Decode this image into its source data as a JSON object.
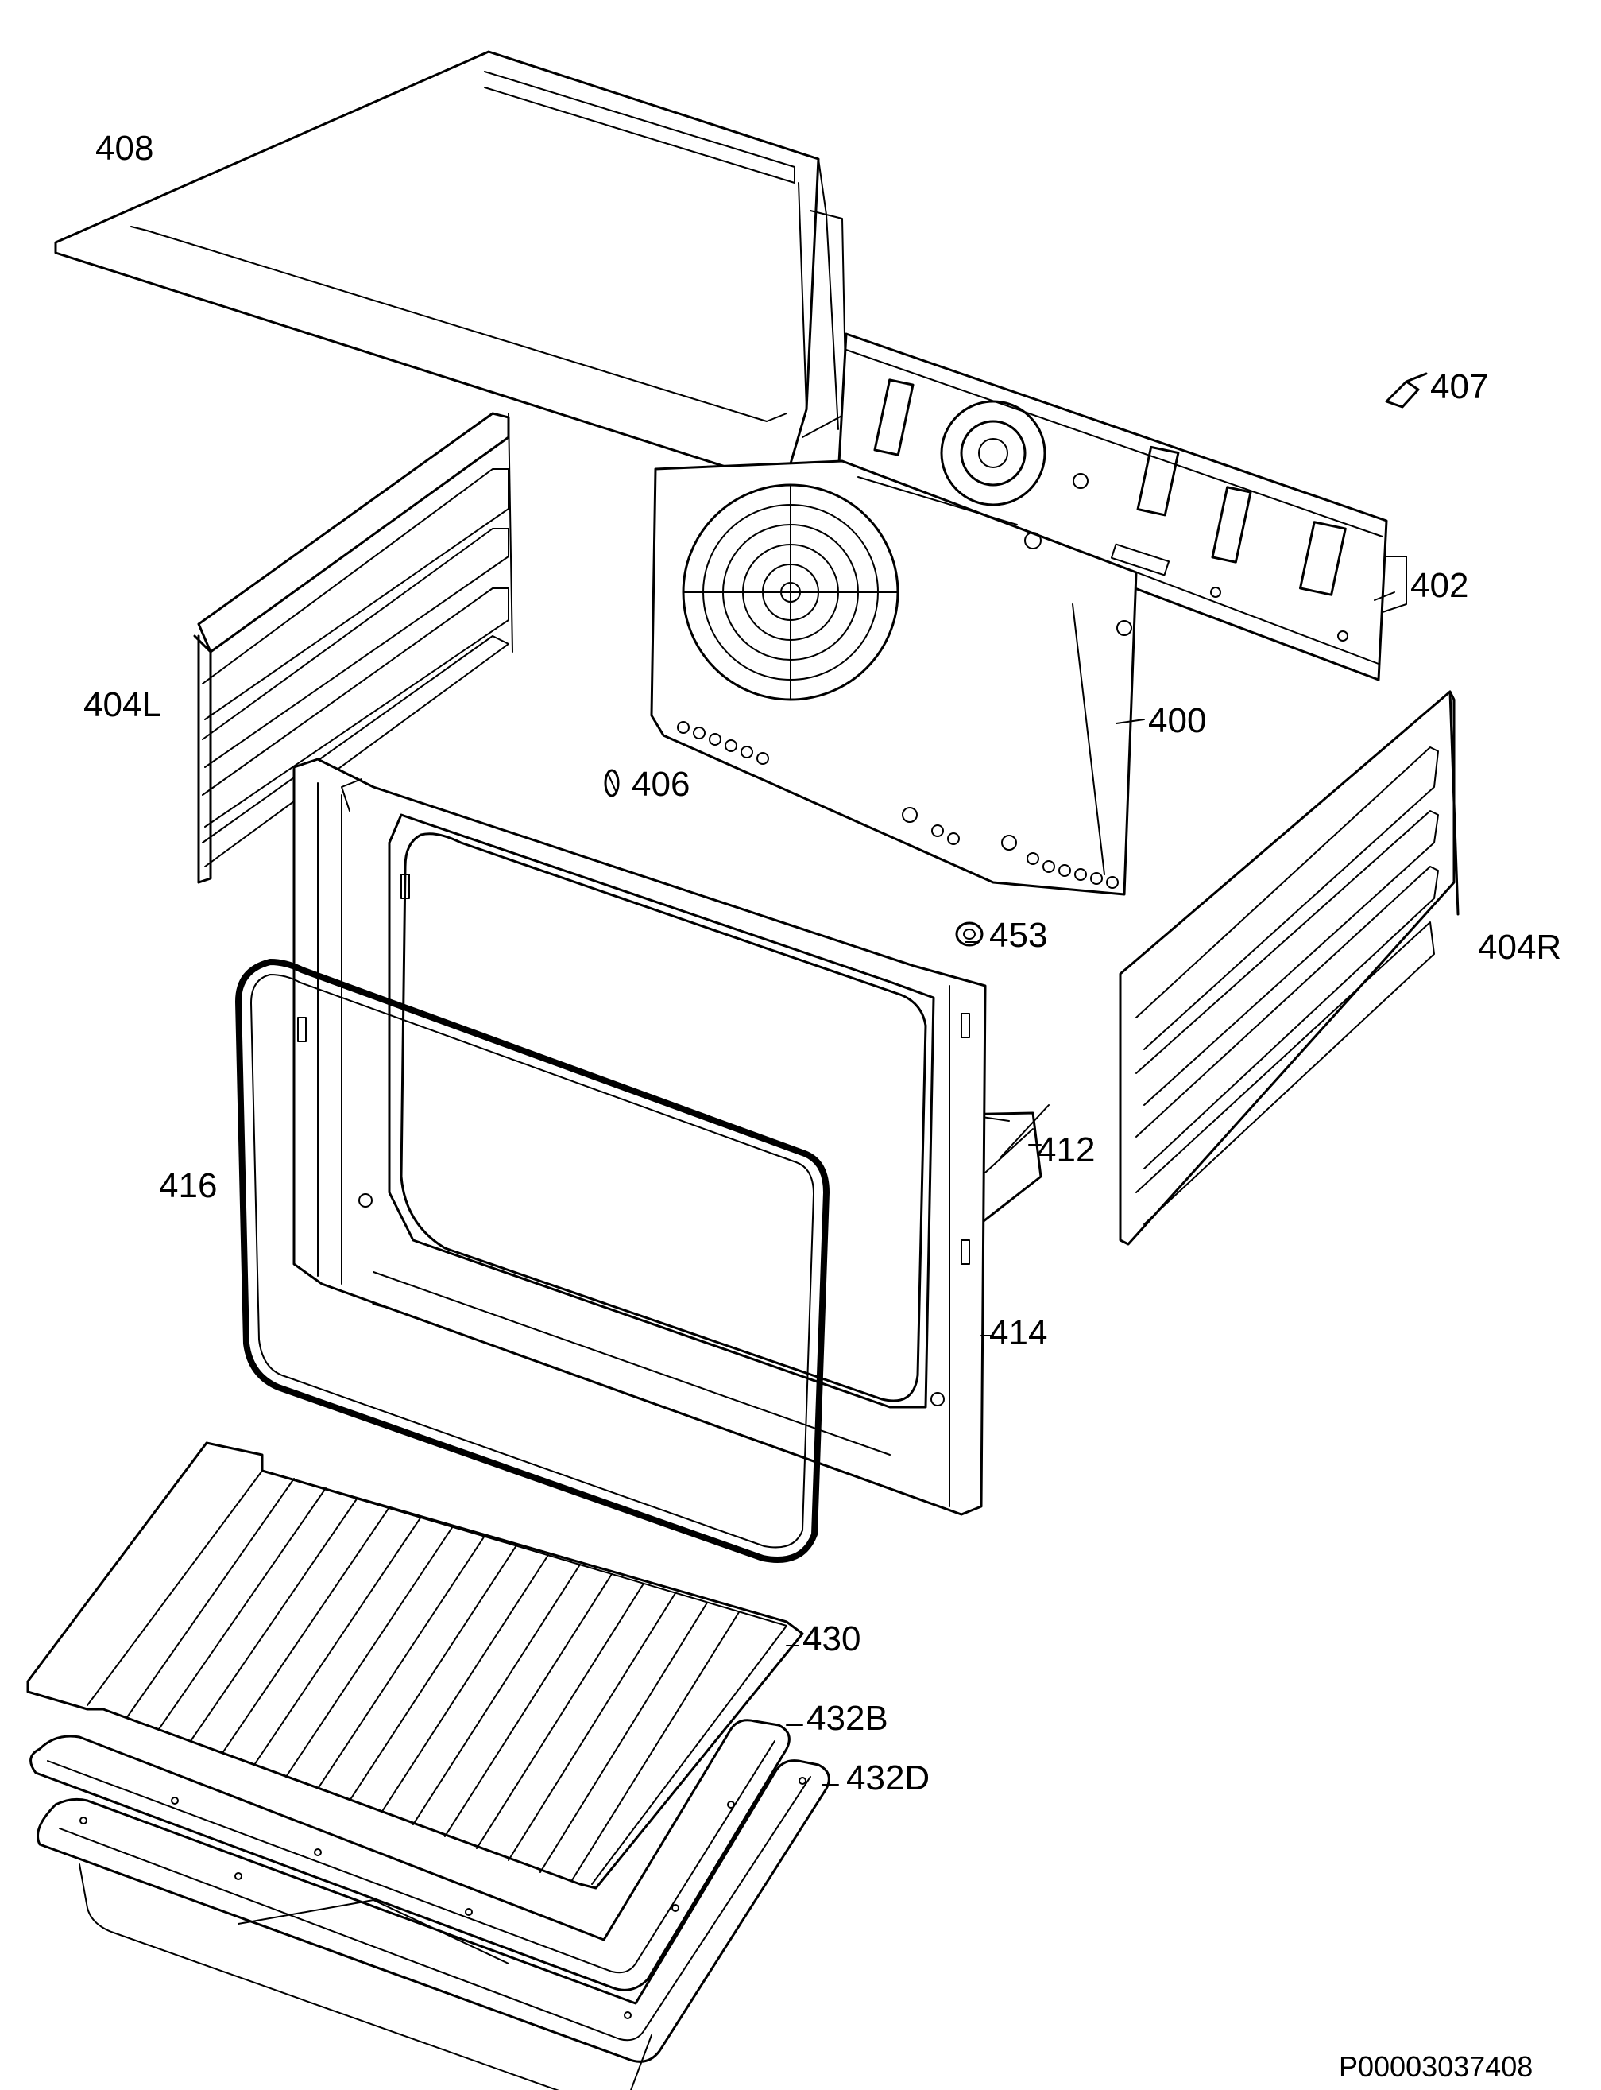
{
  "document_id": "P00003037408",
  "callouts": {
    "c408": "408",
    "c407": "407",
    "c402": "402",
    "c404L": "404L",
    "c400": "400",
    "c406": "406",
    "c453": "453",
    "c404R": "404R",
    "c412": "412",
    "c416": "416",
    "c414": "414",
    "c430": "430",
    "c432B": "432B",
    "c432D": "432D"
  },
  "colors": {
    "line": "#000000",
    "background": "#ffffff"
  }
}
